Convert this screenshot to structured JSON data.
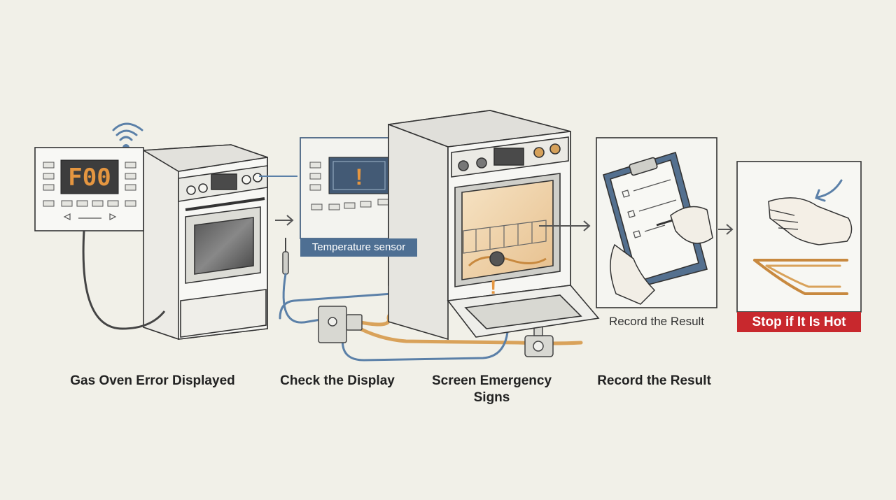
{
  "steps": [
    {
      "label": "Gas Oven Error Displayed"
    },
    {
      "label": "Check the Display"
    },
    {
      "label": "Screen Emergency\nSigns"
    },
    {
      "label": "Record the Result"
    }
  ],
  "callouts": {
    "temperature_sensor": "Temperature sensor",
    "record_result": "Record the Result",
    "stop_if_hot": "Stop if It Is Hot"
  },
  "error_display": {
    "code": "F00",
    "alert_symbol": "!"
  },
  "colors": {
    "background": "#f1f0e8",
    "sensor_blue": "#4e6f93",
    "gas_line": "#d9a25a",
    "warning_red": "#c8282d",
    "display_digits": "#e59640"
  },
  "icons": [
    "wifi-icon",
    "arrow-right-icon",
    "clipboard-icon",
    "pen-icon",
    "hand-icon",
    "heat-element-icon",
    "gas-valve-icon"
  ]
}
